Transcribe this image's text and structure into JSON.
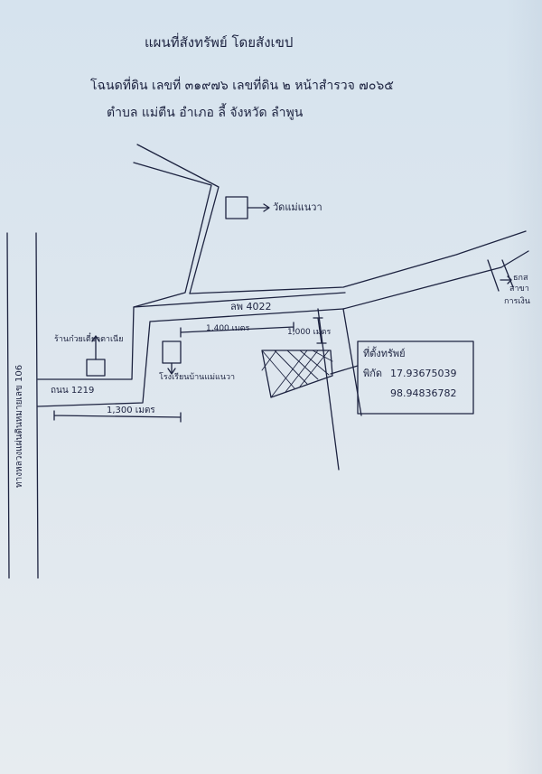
{
  "title": "แผนที่สังทรัพย์ โดยสังเขป",
  "deed_line": "โฉนดที่ดิน เลขที่ ๓๑๙๗๖  เลขที่ดิน ๒  หน้าสำรวจ ๗๐๖๕",
  "location_line": "ตำบล แม่ตืน   อำเภอ ลี้   จังหวัด ลำพูน",
  "labels": {
    "temple": "วัดแม่แนวา",
    "shop": "ร้านก๋วยเตี๋ยวตาเนีย",
    "school": "โรงเรียนบ้านแม่แนวา",
    "road_4022": "ลพ 4022",
    "road_1219": "ถนน 1219",
    "highway": "ทางหลวงแผ่นดินหมายเลข  106",
    "farmer_bank": "ธกส",
    "farmer_bank_2": "สาขา",
    "farmer_bank_3": "การเงิน",
    "dist_1300": "1,300 เมตร",
    "dist_1400": "1,400 เมตร",
    "dist_1000": "1,000 เมตร"
  },
  "property_box": {
    "title": "ที่ตั้งทรัพย์",
    "coord_label": "พิกัด",
    "lat": "17.93675039",
    "lon": "98.94836782"
  },
  "colors": {
    "ink": "#1d2340",
    "paper": "#dbe5ee"
  }
}
